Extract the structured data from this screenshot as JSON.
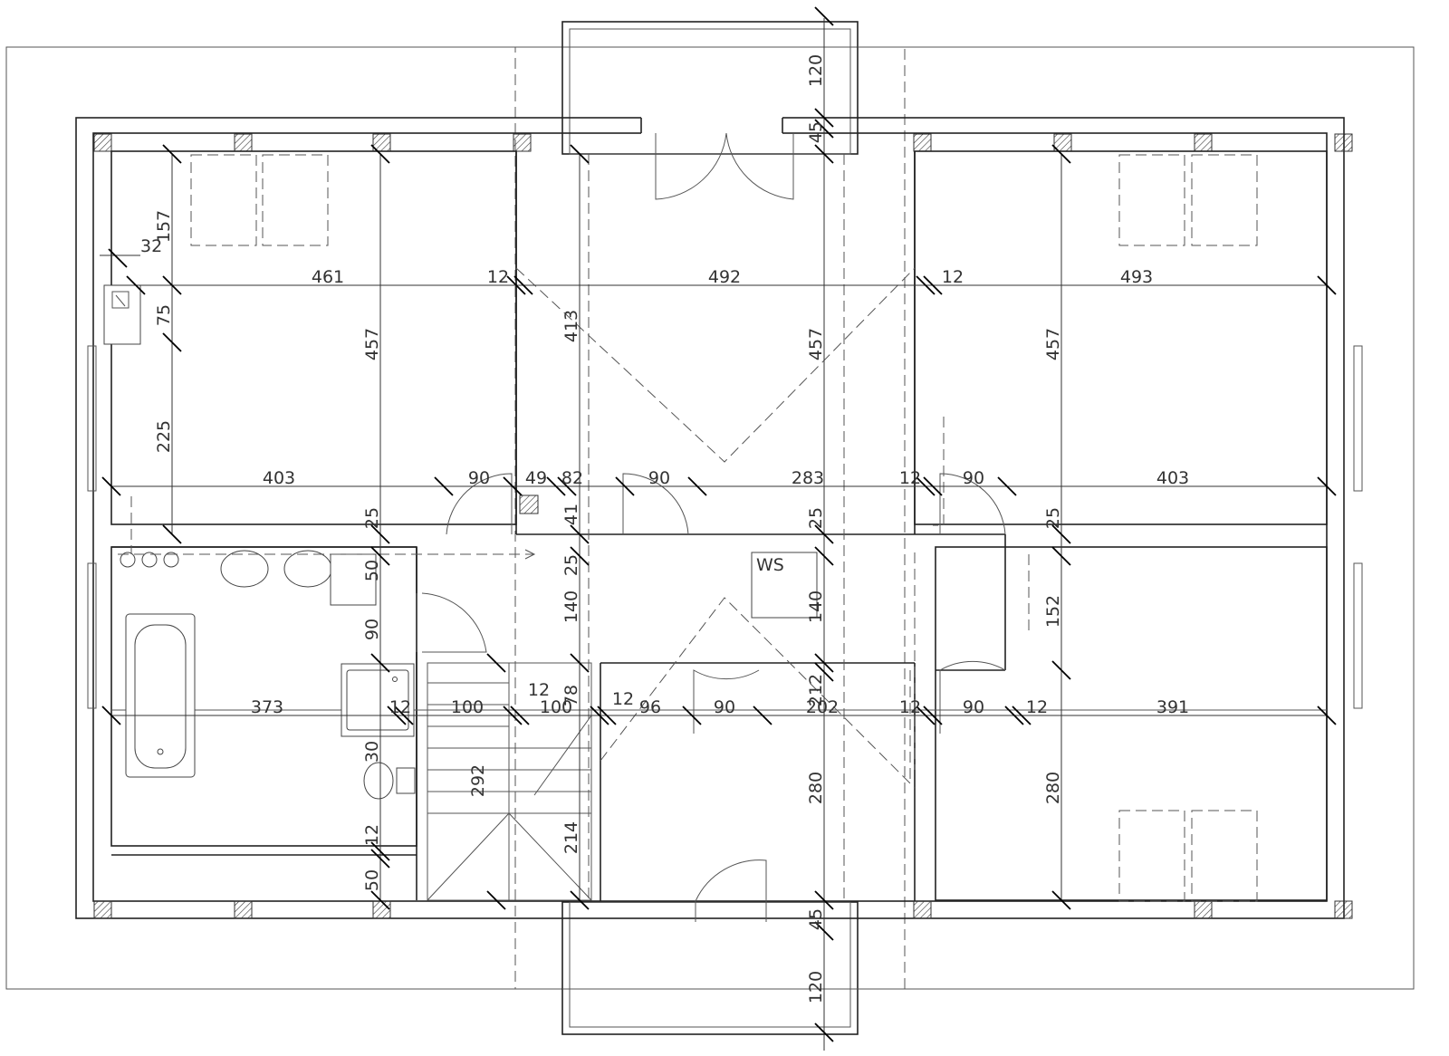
{
  "colors": {
    "line": "#222222",
    "dim": "#333333",
    "background": "#ffffff"
  },
  "labels": {
    "ws": "WS"
  },
  "dims": {
    "d157": "157",
    "d32": "32",
    "d75": "75",
    "d225": "225",
    "d461": "461",
    "d12a": "12",
    "d492": "492",
    "d12b": "12",
    "d493": "493",
    "d413": "413",
    "d457a": "457",
    "d457b": "457",
    "d457c": "457",
    "d120top": "120",
    "d45top": "45",
    "d403a": "403",
    "d90a": "90",
    "d49": "49",
    "d82": "82",
    "d90b": "90",
    "d283": "283",
    "d12c": "12",
    "d90c": "90",
    "d403b": "403",
    "d25a": "25",
    "d41": "41",
    "d25b": "25",
    "d25c": "25",
    "d25d": "25",
    "d50a": "50",
    "d140a": "140",
    "d140b": "140",
    "d152": "152",
    "d90d": "90",
    "d12d": "12",
    "d78": "78",
    "d12e": "12",
    "d212": "212",
    "d373": "373",
    "d12f": "12",
    "d100a": "100",
    "d100b": "100",
    "d96": "96",
    "d90e": "90",
    "d202": "202",
    "d12g": "12",
    "d90f": "90",
    "d12h": "12",
    "d391": "391",
    "d30": "30",
    "d292": "292",
    "d280a": "280",
    "d280b": "280",
    "d214": "214",
    "d12i": "12",
    "d50b": "50",
    "d45bot": "45",
    "d120bot": "120"
  }
}
